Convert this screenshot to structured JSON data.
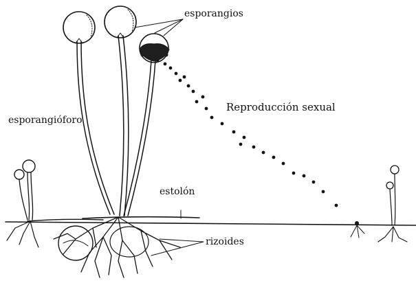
{
  "labels": {
    "sporangia": "esporangios",
    "sporangiophore": "esporangióforo",
    "sexual_reproduction": "Reproducción sexual",
    "stolon": "estolón",
    "rhizoids": "rizoides"
  },
  "colors": {
    "ink": "#141414",
    "background": "#ffffff",
    "dark_sporangium": "#1e1e1e"
  }
}
